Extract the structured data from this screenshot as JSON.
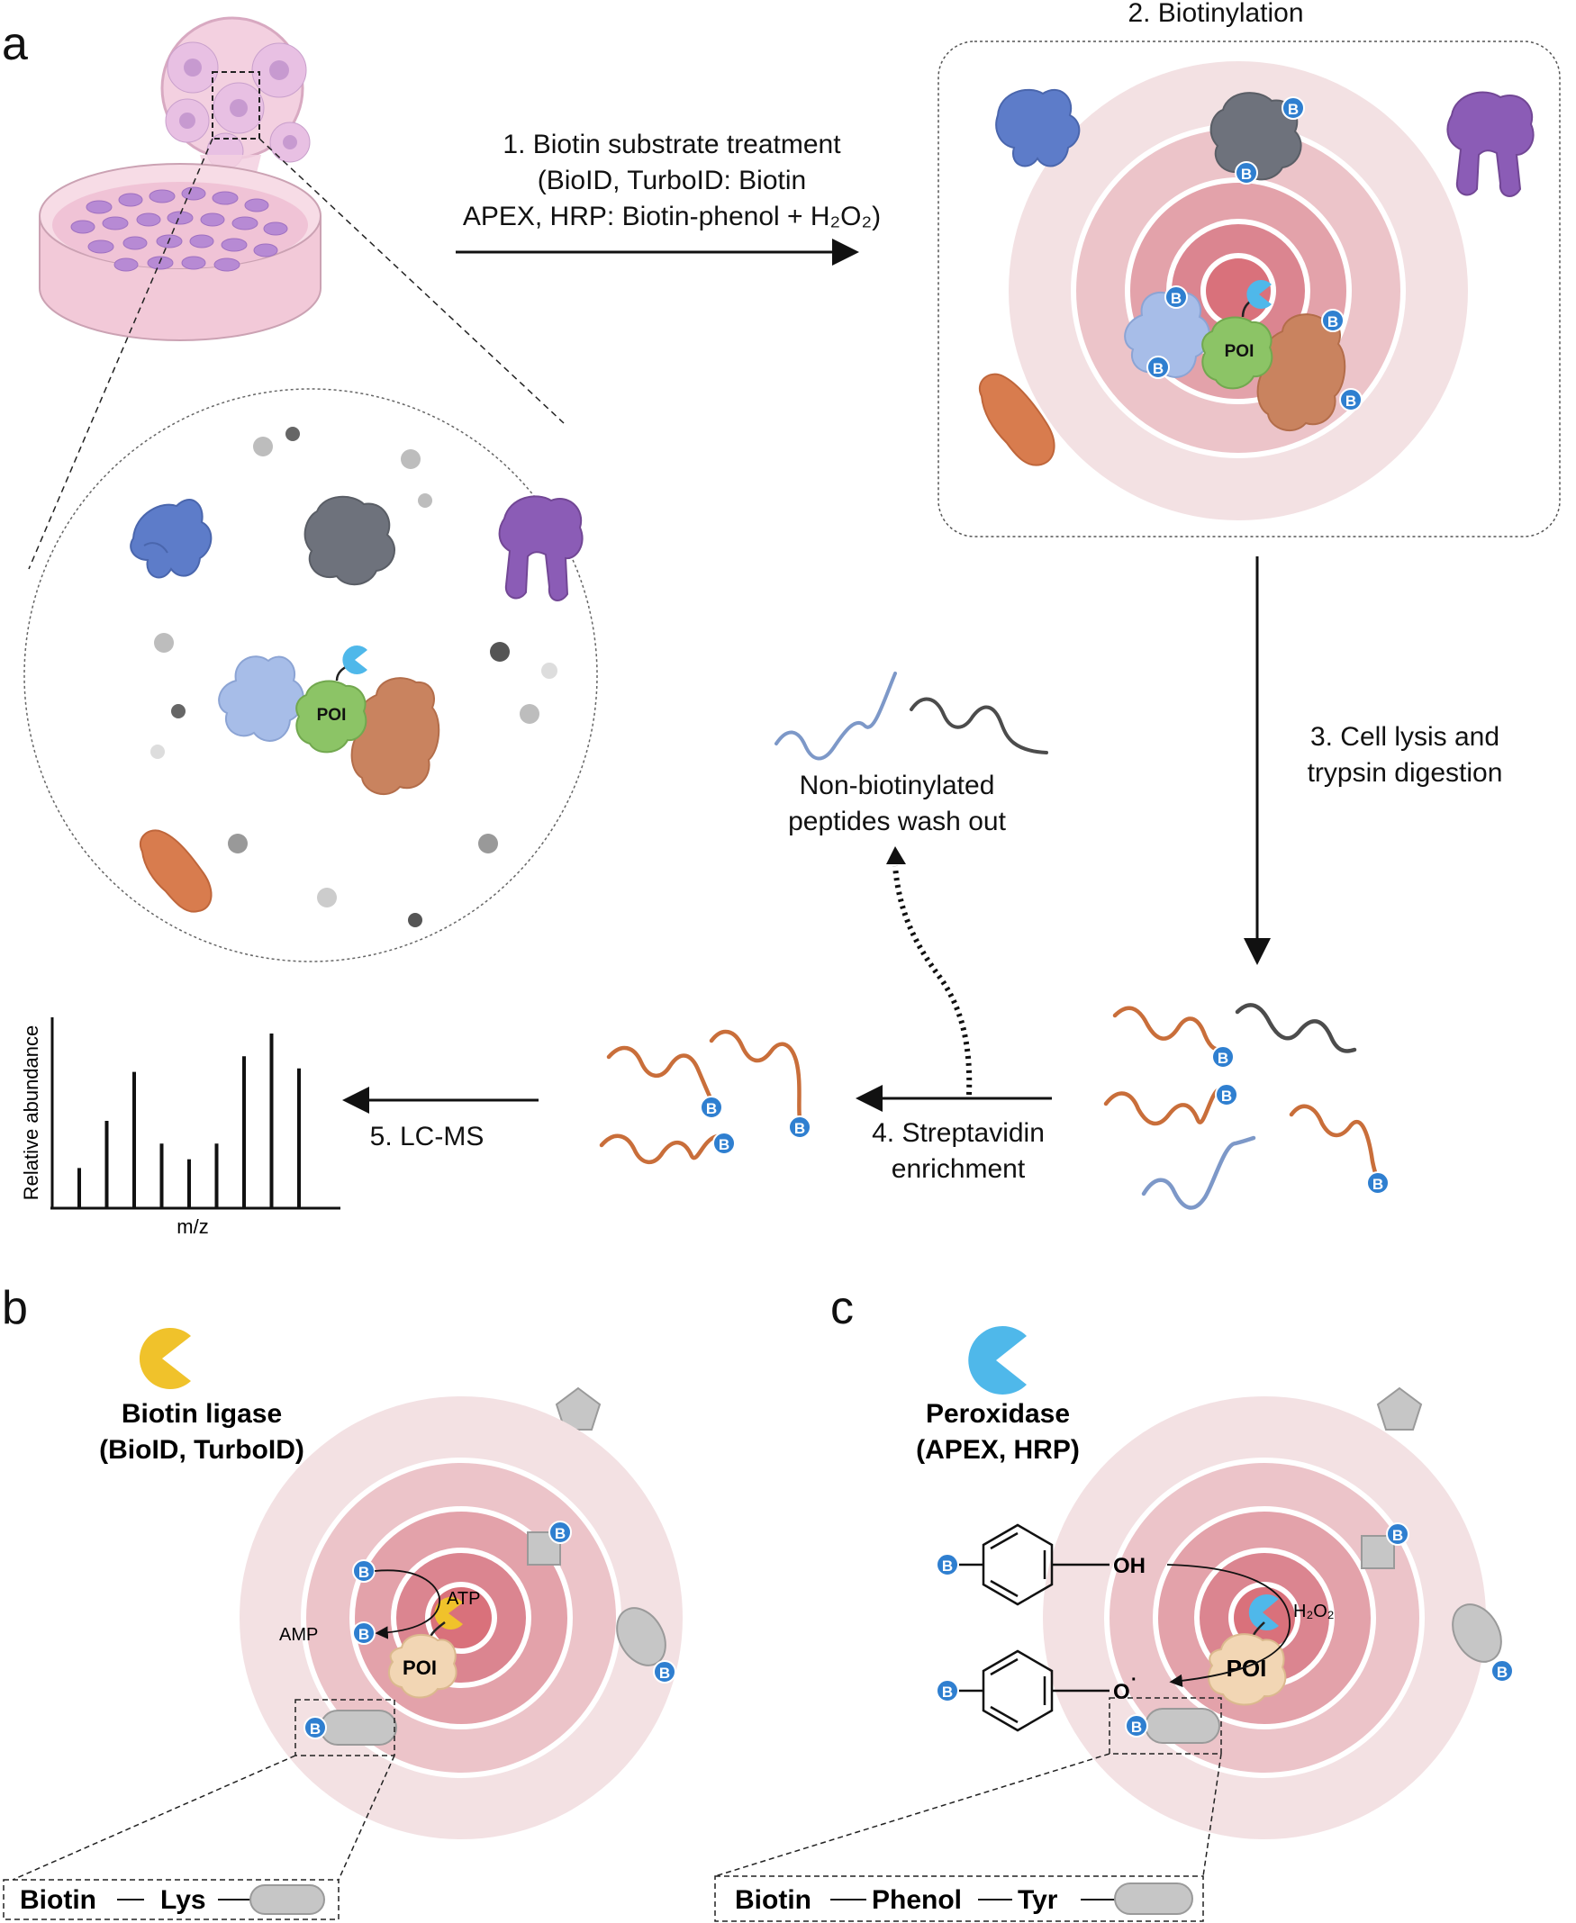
{
  "panels": {
    "a": "a",
    "b": "b",
    "c": "c"
  },
  "step1": {
    "line1": "1. Biotin substrate treatment",
    "line2": "(BioID, TurboID: Biotin",
    "line3": "APEX, HRP: Biotin-phenol + H₂O₂)"
  },
  "step2": {
    "label": "2. Biotinylation"
  },
  "step3": {
    "line1": "3. Cell lysis and",
    "line2": "trypsin digestion"
  },
  "step4": {
    "line1": "4. Streptavidin",
    "line2": "enrichment"
  },
  "step5": {
    "label": "5. LC-MS"
  },
  "washout": {
    "line1": "Non-biotinylated",
    "line2": "peptides wash out"
  },
  "spectrum": {
    "ylabel": "Relative abundance",
    "xlabel": "m/z",
    "peaks": [
      0.23,
      0.5,
      0.78,
      0.37,
      0.28,
      0.37,
      0.87,
      1.0,
      0.8
    ]
  },
  "badges": {
    "biotin": "B"
  },
  "protein_of_interest": "POI",
  "panel_b": {
    "title1": "Biotin ligase",
    "title2": "(BioID, TurboID)",
    "atp": "ATP",
    "amp": "AMP",
    "poi": "POI",
    "legend_biotin": "Biotin",
    "legend_lys": "Lys"
  },
  "panel_c": {
    "title1": "Peroxidase",
    "title2": "(APEX, HRP)",
    "oh": "OH",
    "o_radical": "O",
    "h2o2": "H₂O₂",
    "poi": "POI",
    "legend_biotin": "Biotin",
    "legend_phenol": "Phenol",
    "legend_tyr": "Tyr"
  },
  "colors": {
    "ring_outer": "#f3e1e3",
    "ring_mid": "#ecc4c9",
    "ring_inner": "#e3a2aa",
    "ring_core": "#d9717b",
    "biotin_badge": "#2f7fd0",
    "peroxidase": "#4fb8ea",
    "ligase": "#f0c22b",
    "peptide_orange": "#c96e3a",
    "peptide_blue": "#7d98c8",
    "peptide_gray": "#4c4c4c"
  }
}
